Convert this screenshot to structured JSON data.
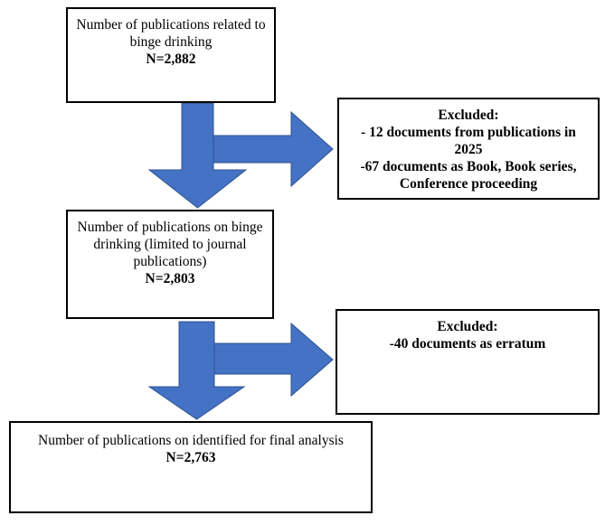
{
  "colors": {
    "arrow_fill": "#4472C4",
    "arrow_stroke": "#2F528F",
    "box_border": "#000000"
  },
  "boxes": {
    "identified": {
      "lines": [
        "Number of publications related to",
        "binge drinking"
      ],
      "count": "N=2,882"
    },
    "excluded_1": {
      "heading": "Excluded:",
      "lines": [
        "- 12 documents from publications in",
        "2025",
        "-67 documents as Book, Book series,",
        "Conference proceeding"
      ]
    },
    "journal": {
      "lines": [
        "Number of publications on binge",
        "drinking (limited to journal",
        "publications)"
      ],
      "count": "N=2,803"
    },
    "excluded_2": {
      "heading": "Excluded:",
      "lines": [
        "-40 documents as erratum"
      ]
    },
    "final": {
      "lines": [
        "Number of publications on identified for final analysis"
      ],
      "count": "N=2,763"
    }
  }
}
